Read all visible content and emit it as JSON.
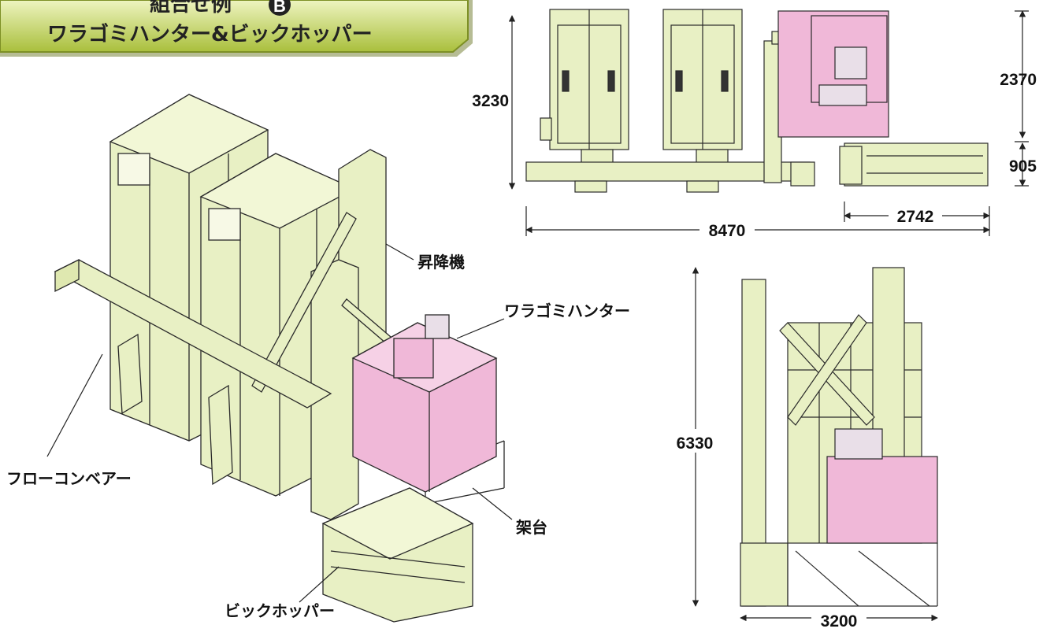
{
  "banner": {
    "line1": "組合せ例",
    "badge": "B",
    "line2": "ワラゴミハンター&ビックホッパー"
  },
  "callouts": {
    "elevator": "昇降機",
    "straw_hunter": "ワラゴミハンター",
    "flow_conveyor": "フローコンベアー",
    "stand": "架台",
    "big_hopper": "ビックホッパー"
  },
  "dimensions": {
    "plan_depth": "3230",
    "plan_hunter_depth": "2370",
    "plan_hopper_depth": "905",
    "plan_total_width": "8470",
    "plan_hopper_width": "2742",
    "side_height": "6330",
    "side_width": "3200"
  },
  "colors": {
    "machine": "#e8f0c4",
    "machine_stroke": "#2a2a2a",
    "hunter_pink": "#f0b8d8",
    "banner_top": "#dfe9a0",
    "banner_bottom": "#a9bf3c"
  }
}
